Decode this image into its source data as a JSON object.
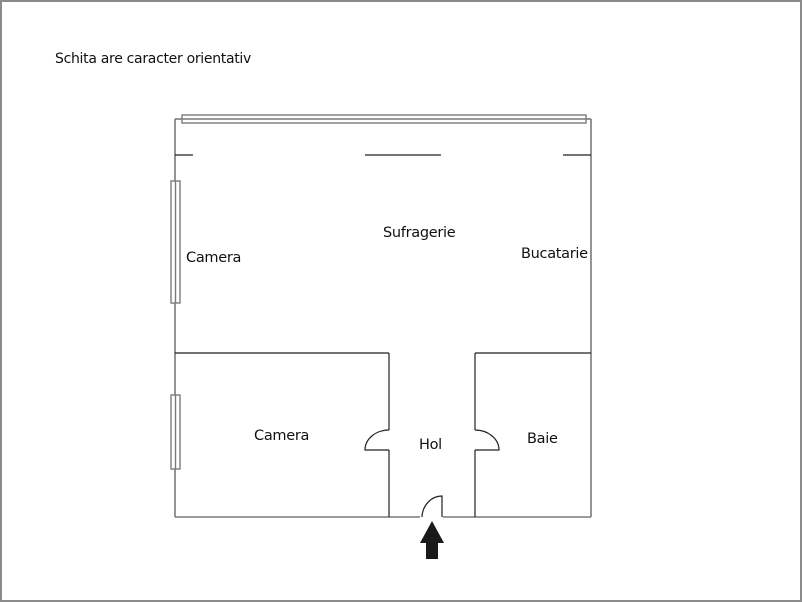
{
  "note": "Schita are caracter orientativ",
  "rooms": {
    "camera_top": "Camera",
    "sufragerie": "Sufragerie",
    "bucatarie": "Bucatarie",
    "camera_bottom": "Camera",
    "hol": "Hol",
    "baie": "Baie"
  },
  "icons": {
    "entrance": "arrow-up-icon"
  },
  "colors": {
    "wall": "#7a7a7a",
    "interior_line": "#222222",
    "arrow": "#1a1a1a",
    "frame": "#8a8a8a"
  }
}
